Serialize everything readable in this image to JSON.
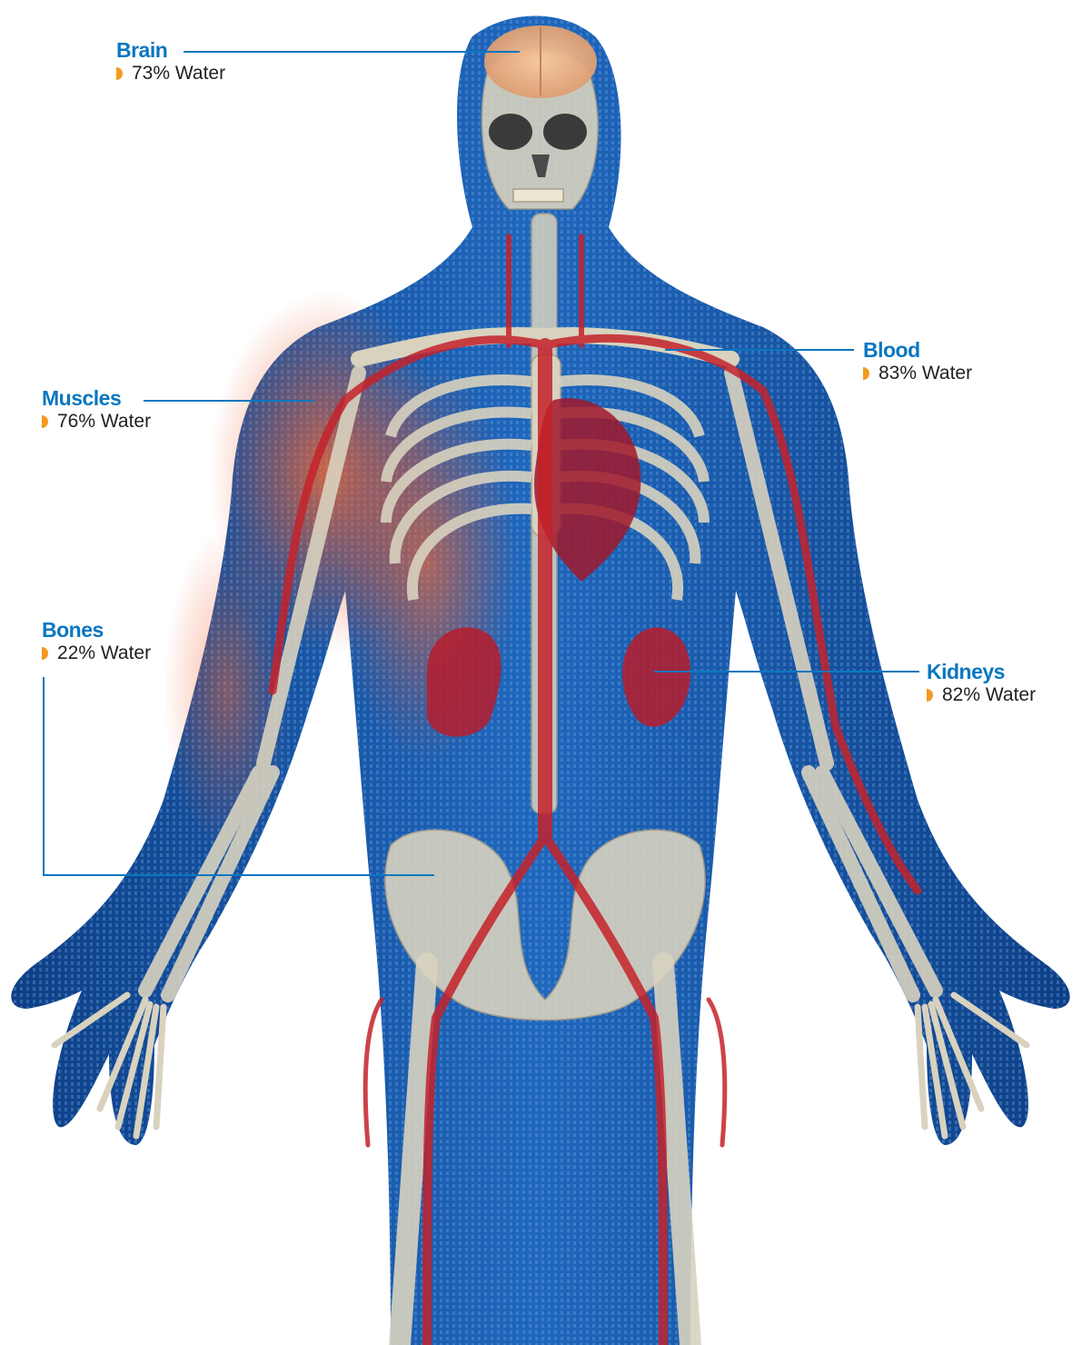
{
  "colors": {
    "label": "#0a77c0",
    "bullet": "#f39a1f",
    "body_blue": "#1c5aa8",
    "bone": "#d8d2bf",
    "vessel": "#c4222a",
    "muscle_glow": "#e8552a"
  },
  "bullet_icon": "half-circle-bullet",
  "callouts": {
    "brain": {
      "name": "Brain",
      "water_percent": 73,
      "text": "73% Water"
    },
    "blood": {
      "name": "Blood",
      "water_percent": 83,
      "text": "83% Water"
    },
    "muscles": {
      "name": "Muscles",
      "water_percent": 76,
      "text": "76% Water"
    },
    "bones": {
      "name": "Bones",
      "water_percent": 22,
      "text": "22% Water"
    },
    "kidneys": {
      "name": "Kidneys",
      "water_percent": 82,
      "text": "82% Water"
    }
  }
}
